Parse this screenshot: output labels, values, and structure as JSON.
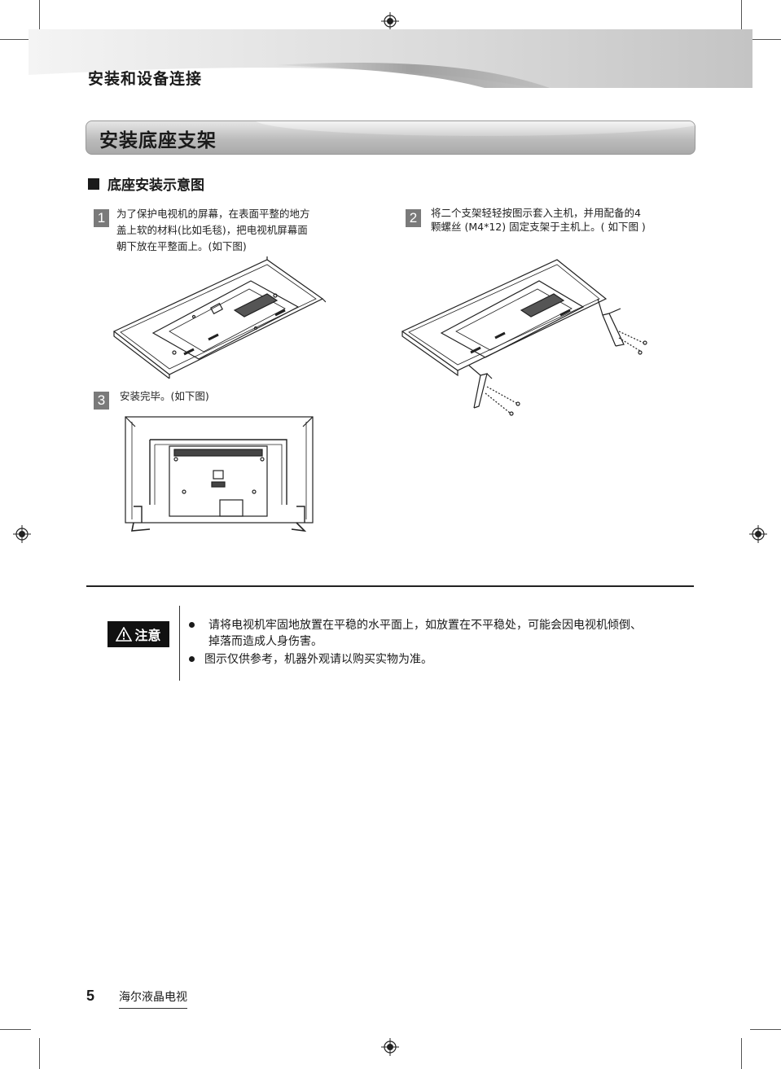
{
  "header": {
    "section_title": "安装和设备连接"
  },
  "title_bar": {
    "title": "安装底座支架"
  },
  "subheading": {
    "label": "底座安装示意图"
  },
  "steps": [
    {
      "num": "1",
      "lines": [
        "为了保护电视机的屏幕，在表面平整的地方",
        "盖上软的材料(比如毛毯)，把电视机屏幕面",
        "朝下放在平整面上。(如下图)"
      ]
    },
    {
      "num": "2",
      "lines": [
        "将二个支架轻轻按图示套入主机，并用配备的4",
        "颗螺丝 (M4*12) 固定支架于主机上。( 如下图 )"
      ]
    },
    {
      "num": "3",
      "lines": [
        "安装完毕。(如下图)"
      ]
    }
  ],
  "caution": {
    "label": "注意",
    "items": [
      [
        "请将电视机牢固地放置在平稳的水平面上，如放置在不平稳处，可能会因电视机倾倒、",
        "掉落而造成人身伤害。"
      ],
      [
        "图示仅供参考，机器外观请以购买实物为准。"
      ]
    ]
  },
  "footer": {
    "page_number": "5",
    "brand": "海尔液晶电视"
  },
  "colors": {
    "band": "#c8c8c8",
    "step_box": "#7a7a7a",
    "caution_bg": "#111111"
  }
}
